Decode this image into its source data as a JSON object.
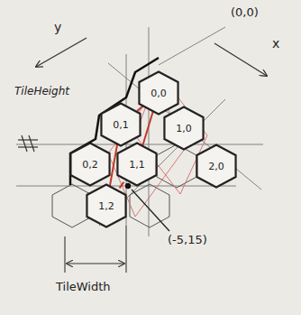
{
  "diagram": {
    "nodes": [
      {
        "text": [
          "0,0"
        ]
      },
      {
        "text": [
          "0,1"
        ]
      },
      {
        "text": [
          "1,0"
        ]
      },
      {
        "text": [
          "0,2"
        ]
      },
      {
        "text": [
          "1,1"
        ]
      },
      {
        "text": [
          "2,0"
        ]
      },
      {
        "text": [
          "1,2"
        ]
      }
    ],
    "edges": [
      {
        "from": 0,
        "to": 1,
        "arrow": "none"
      },
      {
        "from": 1,
        "to": 6,
        "arrow": "none"
      },
      {
        "from": 0,
        "to": 4,
        "arrow": "none"
      },
      {
        "from": 4,
        "to": 6,
        "arrow": "none"
      }
    ],
    "labels": [
      "(0,0)",
      "y",
      "x",
      "TileHeight",
      "(-5,15)",
      "TileWidth"
    ]
  }
}
